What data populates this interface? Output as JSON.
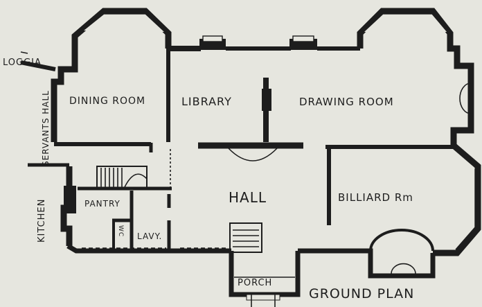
{
  "labels": {
    "loggia": "LOGGIA",
    "dining_room": "DINING ROOM",
    "library": "LIBRARY",
    "drawing_room": "DRAWING ROOM",
    "servants_hall": "SERVANTS HALL",
    "kitchen": "KITCHEN",
    "pantry": "PANTRY",
    "wc": "WC",
    "lavy": "LAVY.",
    "hall": "HALL",
    "billiard_room": "BILLIARD Rm",
    "porch": "PORCH",
    "ground_plan": "GROUND PLAN"
  },
  "colors": {
    "ink": "#1d1d1d",
    "paper": "#e6e6df"
  }
}
